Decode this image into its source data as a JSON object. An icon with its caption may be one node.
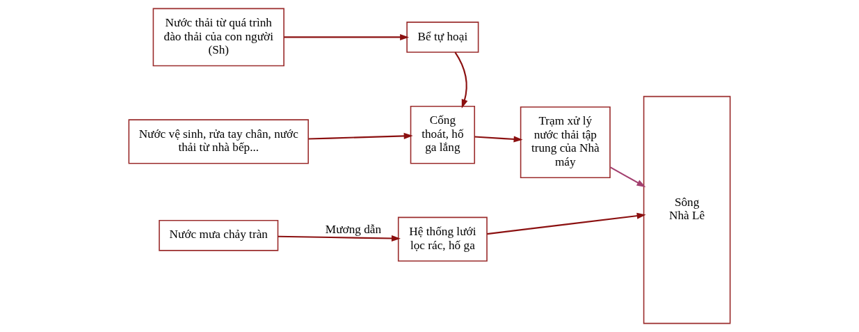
{
  "diagram": {
    "nodes": [
      {
        "text": [
          "Nước thải từ quá trình đào thải của con người (Sh)"
        ]
      },
      {
        "text": [
          "Bể tự hoại"
        ]
      },
      {
        "text": [
          "Nước vệ sinh, rửa tay chân, nước thải từ nhà bếp..."
        ]
      },
      {
        "text": [
          "Cống thoát, hố ga lắng"
        ]
      },
      {
        "text": [
          "Trạm xử lý nước thải tập trung của Nhà máy"
        ]
      },
      {
        "text": [
          "Nước mưa chảy tràn"
        ]
      },
      {
        "text": [
          "Hệ thống lưới lọc rác, hố ga"
        ]
      },
      {
        "text": [
          "Sông Nhà Lê"
        ]
      }
    ],
    "edges": [
      {
        "from": 0,
        "to": 1,
        "arrow": "to"
      },
      {
        "from": 1,
        "to": 3,
        "arrow": "to"
      },
      {
        "from": 2,
        "to": 3,
        "arrow": "to"
      },
      {
        "from": 3,
        "to": 4,
        "arrow": "to"
      },
      {
        "from": 4,
        "to": 7,
        "arrow": "to",
        "color": "#a3406f"
      },
      {
        "from": 5,
        "to": 6,
        "arrow": "to",
        "label": "Mương dẫn"
      },
      {
        "from": 6,
        "to": 7,
        "arrow": "to"
      }
    ]
  }
}
